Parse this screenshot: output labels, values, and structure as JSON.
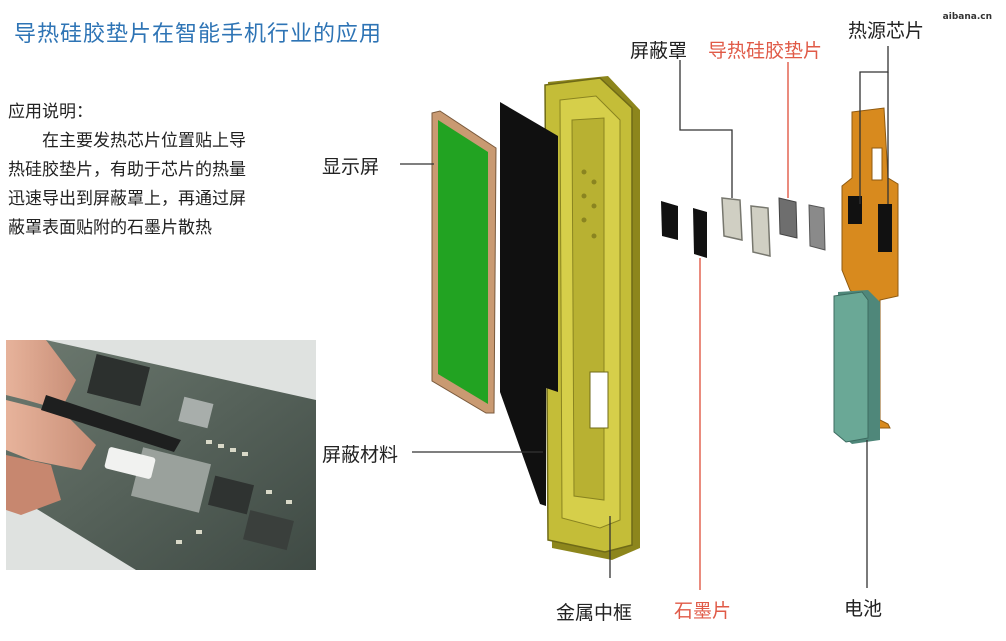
{
  "title": "导热硅胶垫片在智能手机行业的应用",
  "watermark": "aibana.cn",
  "description": {
    "heading": "应用说明：",
    "body": "在主要发热芯片位置贴上导热硅胶垫片，有助于芯片的热量迅速导出到屏蔽罩上，再通过屏蔽罩表面贴附的石墨片散热"
  },
  "labels": {
    "display": "显示屏",
    "shield_material": "屏蔽材料",
    "metal_frame": "金属中框",
    "graphite": "石墨片",
    "shield_cover": "屏蔽罩",
    "thermal_pad": "导热硅胶垫片",
    "heat_chip": "热源芯片",
    "battery": "电池"
  },
  "colors": {
    "title": "#2e74b5",
    "highlight_label": "#e05a47",
    "screen": "#22a322",
    "frame": "#b7b02c",
    "pcb": "#d88a1e",
    "battery": "#5f9b8a"
  }
}
